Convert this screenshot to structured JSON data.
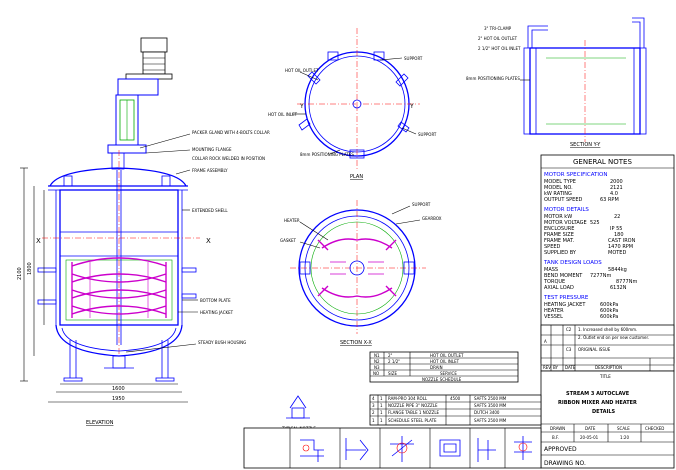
{
  "views": {
    "elevation": {
      "label": "ELEVATION",
      "callouts": [
        "PACKER GLAND WITH 4-BOLTS COLLAR",
        "MOUNTING FLANGE",
        "COLLAR ROCK WELDED IN POSITION",
        "FRAME ASSEMBLY",
        "EXTENDED SHELL",
        "BOTTOM PLATE",
        "HEATING JACKET",
        "STEADY BUSH HOUSING"
      ],
      "section_mark": "X",
      "dimensions": [
        "1950",
        "1600",
        "1800",
        "2100"
      ]
    },
    "plan": {
      "label": "PLAN",
      "callouts": [
        "HOT OIL OUTLET",
        "SUPPORT",
        "HOT OIL INLET",
        "SUPPORT",
        "8mm POSITIONING PLATES"
      ],
      "section_mark": "Y"
    },
    "section_xx": {
      "label": "SECTION X-X",
      "callouts": [
        "HEATER",
        "GASKET",
        "SUPPORT",
        "GEARBOX"
      ]
    },
    "section_yy": {
      "label": "SECTION Y-Y",
      "callouts": [
        "3\" TRI-CLAMP",
        "2\" HOT OIL OUTLET",
        "2 1/2\" HOT OIL INLET",
        "8mm POSITIONING PLATES"
      ]
    },
    "detail": {
      "label": "TYPICAL NOZZLE"
    }
  },
  "general_notes": {
    "title": "GENERAL NOTES",
    "motor_heading": "MOTOR SPECIFICATION",
    "motor_rows": [
      [
        "MODEL TYPE",
        "2000"
      ],
      [
        "MODEL NO.",
        "2121"
      ],
      [
        "kW RATING",
        "4.0"
      ],
      [
        "OUTPUT SPEED",
        "63 RPM"
      ]
    ],
    "motor_details_heading": "MOTOR DETAILS",
    "motor_details_rows": [
      [
        "MOTOR kW",
        "22"
      ],
      [
        "MOTOR VOLTAGE",
        "525"
      ],
      [
        "ENCLOSURE",
        "IP 55"
      ],
      [
        "FRAME SIZE",
        "180"
      ],
      [
        "FRAME MAT.",
        "CAST IRON"
      ],
      [
        "SPEED",
        "1470 RPM"
      ],
      [
        "SUPPLIED BY",
        "MOTED"
      ]
    ],
    "tank_heading": "TANK DESIGN LOADS",
    "tank_rows": [
      [
        "MASS",
        "5844kg"
      ],
      [
        "BEND MOMENT",
        "7277Nm"
      ],
      [
        "TORQUE",
        "8777Nm"
      ],
      [
        "AXIAL LOAD",
        "6132N"
      ]
    ],
    "test_heading": "TEST PRESSURE",
    "test_rows": [
      [
        "HEATING JACKET",
        "600kPa"
      ],
      [
        "HEATER",
        "600kPa"
      ],
      [
        "VESSEL",
        "600kPa"
      ]
    ]
  },
  "revisions": {
    "rows": [
      [
        "A",
        "C2",
        "",
        "1. Increased shell by 600mm."
      ],
      [
        "",
        "",
        "",
        "2. Outlet end on per new customer."
      ],
      [
        "",
        "C3",
        "",
        "ORIGINAL ISSUE"
      ]
    ],
    "headers": [
      "REV",
      "BY",
      "DATE",
      "DESCRIPTION"
    ]
  },
  "nozzle_schedule": {
    "title": "NOZZLE SCHEDULE",
    "headers": [
      "NO",
      "SIZE",
      "SERVICE"
    ],
    "rows": [
      [
        "N1",
        "2\"",
        "HOT OIL OUTLET"
      ],
      [
        "N2",
        "2 1/2\"",
        "HOT OIL INLET"
      ],
      [
        "N3",
        "",
        "DRAIN"
      ]
    ]
  },
  "bill_of_materials": {
    "rows": [
      [
        "4",
        "1",
        "RAM-PRO 304 ROLL",
        "4500",
        "SAFTS 2500 MM"
      ],
      [
        "3",
        "1",
        "NOZZLE PIPE 3\" NOZZLE",
        "",
        "SAFTS 3500 MM"
      ],
      [
        "2",
        "1",
        "FLANGE TABLE 1 NOZZLE",
        "",
        "DUTCH 3400"
      ],
      [
        "1",
        "1",
        "SCHEDULE STEEL PLATE",
        "",
        "SAFTS 2500 MM"
      ]
    ]
  },
  "title_block": {
    "title_label": "TITLE",
    "title_lines": [
      "STREAM 3 AUTOCLAVE",
      "RIBBON MIXER AND HEATER",
      "DETAILS"
    ],
    "drawn_label": "DRAWN",
    "date_label": "DATE",
    "scale_label": "SCALE",
    "checked_label": "CHECKED",
    "drawn_by": "B.F.",
    "date_value": "20-05-01",
    "scale_value": "1:20",
    "approved_label": "APPROVED",
    "drawing_no_label": "DRAWING NO."
  },
  "colors": {
    "linework": "#0000ff",
    "centerlines": "#ff0000",
    "ribbon": "#cc00cc",
    "annotations": "#000000"
  }
}
